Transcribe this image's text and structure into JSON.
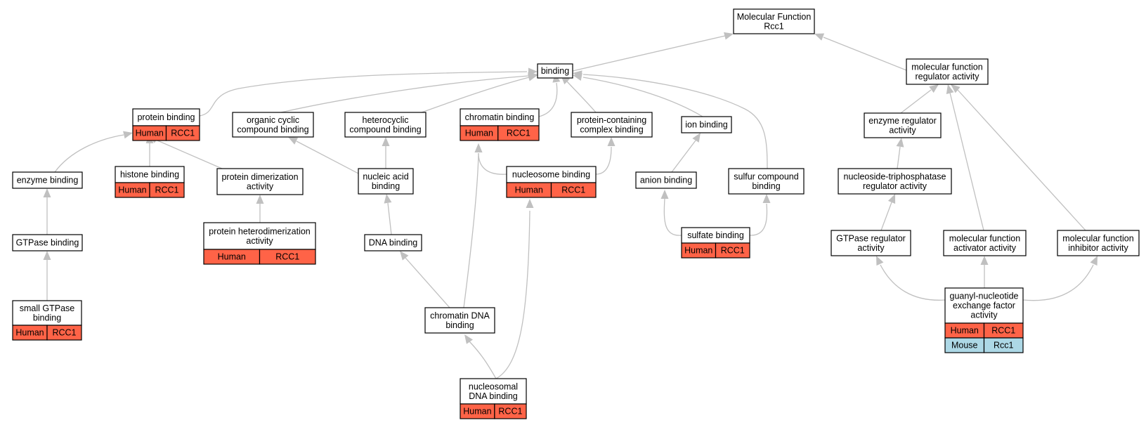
{
  "colors": {
    "human": "#ff6347",
    "mouse": "#add8e6",
    "edge": "#c0c0c0",
    "border": "#000000",
    "background": "#ffffff"
  },
  "nodes": [
    {
      "id": "mf_rcc1",
      "lines": [
        "Molecular Function",
        "Rcc1"
      ],
      "rows": []
    },
    {
      "id": "binding",
      "lines": [
        "binding"
      ],
      "rows": []
    },
    {
      "id": "mf_regulator",
      "lines": [
        "molecular function",
        "regulator activity"
      ],
      "rows": []
    },
    {
      "id": "protein_binding",
      "lines": [
        "protein binding"
      ],
      "rows": [
        [
          "Human",
          "RCC1"
        ]
      ]
    },
    {
      "id": "organic_cyclic",
      "lines": [
        "organic cyclic",
        "compound binding"
      ],
      "rows": []
    },
    {
      "id": "heterocyclic",
      "lines": [
        "heterocyclic",
        "compound binding"
      ],
      "rows": []
    },
    {
      "id": "chromatin_binding",
      "lines": [
        "chromatin binding"
      ],
      "rows": [
        [
          "Human",
          "RCC1"
        ]
      ]
    },
    {
      "id": "protein_complex",
      "lines": [
        "protein-containing",
        "complex binding"
      ],
      "rows": []
    },
    {
      "id": "ion_binding",
      "lines": [
        "ion binding"
      ],
      "rows": []
    },
    {
      "id": "enzyme_regulator",
      "lines": [
        "enzyme regulator",
        "activity"
      ],
      "rows": []
    },
    {
      "id": "enzyme_binding",
      "lines": [
        "enzyme binding"
      ],
      "rows": []
    },
    {
      "id": "histone_binding",
      "lines": [
        "histone binding"
      ],
      "rows": [
        [
          "Human",
          "RCC1"
        ]
      ]
    },
    {
      "id": "protein_dimerization",
      "lines": [
        "protein dimerization",
        "activity"
      ],
      "rows": []
    },
    {
      "id": "nucleic_acid",
      "lines": [
        "nucleic acid",
        "binding"
      ],
      "rows": []
    },
    {
      "id": "nucleosome_binding",
      "lines": [
        "nucleosome binding"
      ],
      "rows": [
        [
          "Human",
          "RCC1"
        ]
      ]
    },
    {
      "id": "anion_binding",
      "lines": [
        "anion binding"
      ],
      "rows": []
    },
    {
      "id": "sulfur_compound",
      "lines": [
        "sulfur compound",
        "binding"
      ],
      "rows": []
    },
    {
      "id": "ntpase_regulator",
      "lines": [
        "nucleoside-triphosphatase",
        "regulator activity"
      ],
      "rows": []
    },
    {
      "id": "gtpase_binding",
      "lines": [
        "GTPase binding"
      ],
      "rows": []
    },
    {
      "id": "protein_heterodimerization",
      "lines": [
        "protein heterodimerization",
        "activity"
      ],
      "rows": [
        [
          "Human",
          "RCC1"
        ]
      ]
    },
    {
      "id": "dna_binding",
      "lines": [
        "DNA binding"
      ],
      "rows": []
    },
    {
      "id": "sulfate_binding",
      "lines": [
        "sulfate binding"
      ],
      "rows": [
        [
          "Human",
          "RCC1"
        ]
      ]
    },
    {
      "id": "gtpase_regulator",
      "lines": [
        "GTPase regulator",
        "activity"
      ],
      "rows": []
    },
    {
      "id": "mf_activator",
      "lines": [
        "molecular function",
        "activator activity"
      ],
      "rows": []
    },
    {
      "id": "mf_inhibitor",
      "lines": [
        "molecular function",
        "inhibitor activity"
      ],
      "rows": []
    },
    {
      "id": "small_gtpase",
      "lines": [
        "small GTPase",
        "binding"
      ],
      "rows": [
        [
          "Human",
          "RCC1"
        ]
      ]
    },
    {
      "id": "chromatin_dna",
      "lines": [
        "chromatin DNA",
        "binding"
      ],
      "rows": []
    },
    {
      "id": "guanyl_nucleotide",
      "lines": [
        "guanyl-nucleotide",
        "exchange factor",
        "activity"
      ],
      "rows": [
        [
          "Human",
          "RCC1"
        ],
        [
          "Mouse",
          "Rcc1"
        ]
      ]
    },
    {
      "id": "nucleosomal_dna",
      "lines": [
        "nucleosomal",
        "DNA binding"
      ],
      "rows": [
        [
          "Human",
          "RCC1"
        ]
      ]
    }
  ],
  "edges": [
    {
      "from": "binding",
      "to": "mf_rcc1"
    },
    {
      "from": "mf_regulator",
      "to": "mf_rcc1"
    },
    {
      "from": "protein_binding",
      "to": "binding"
    },
    {
      "from": "organic_cyclic",
      "to": "binding"
    },
    {
      "from": "heterocyclic",
      "to": "binding"
    },
    {
      "from": "chromatin_binding",
      "to": "binding"
    },
    {
      "from": "protein_complex",
      "to": "binding"
    },
    {
      "from": "ion_binding",
      "to": "binding"
    },
    {
      "from": "sulfur_compound",
      "to": "binding"
    },
    {
      "from": "enzyme_regulator",
      "to": "mf_regulator"
    },
    {
      "from": "mf_activator",
      "to": "mf_regulator"
    },
    {
      "from": "mf_inhibitor",
      "to": "mf_regulator"
    },
    {
      "from": "enzyme_binding",
      "to": "protein_binding"
    },
    {
      "from": "histone_binding",
      "to": "protein_binding"
    },
    {
      "from": "protein_dimerization",
      "to": "protein_binding"
    },
    {
      "from": "nucleic_acid",
      "to": "organic_cyclic"
    },
    {
      "from": "nucleic_acid",
      "to": "heterocyclic"
    },
    {
      "from": "nucleosome_binding",
      "to": "chromatin_binding"
    },
    {
      "from": "nucleosome_binding",
      "to": "protein_complex"
    },
    {
      "from": "anion_binding",
      "to": "ion_binding"
    },
    {
      "from": "ntpase_regulator",
      "to": "enzyme_regulator"
    },
    {
      "from": "gtpase_binding",
      "to": "enzyme_binding"
    },
    {
      "from": "protein_heterodimerization",
      "to": "protein_dimerization"
    },
    {
      "from": "dna_binding",
      "to": "nucleic_acid"
    },
    {
      "from": "sulfate_binding",
      "to": "anion_binding"
    },
    {
      "from": "sulfate_binding",
      "to": "sulfur_compound"
    },
    {
      "from": "gtpase_regulator",
      "to": "ntpase_regulator"
    },
    {
      "from": "small_gtpase",
      "to": "gtpase_binding"
    },
    {
      "from": "chromatin_dna",
      "to": "dna_binding"
    },
    {
      "from": "chromatin_dna",
      "to": "chromatin_binding"
    },
    {
      "from": "guanyl_nucleotide",
      "to": "gtpase_regulator"
    },
    {
      "from": "guanyl_nucleotide",
      "to": "mf_activator"
    },
    {
      "from": "guanyl_nucleotide",
      "to": "mf_inhibitor"
    },
    {
      "from": "nucleosomal_dna",
      "to": "chromatin_dna"
    },
    {
      "from": "nucleosomal_dna",
      "to": "nucleosome_binding"
    }
  ]
}
